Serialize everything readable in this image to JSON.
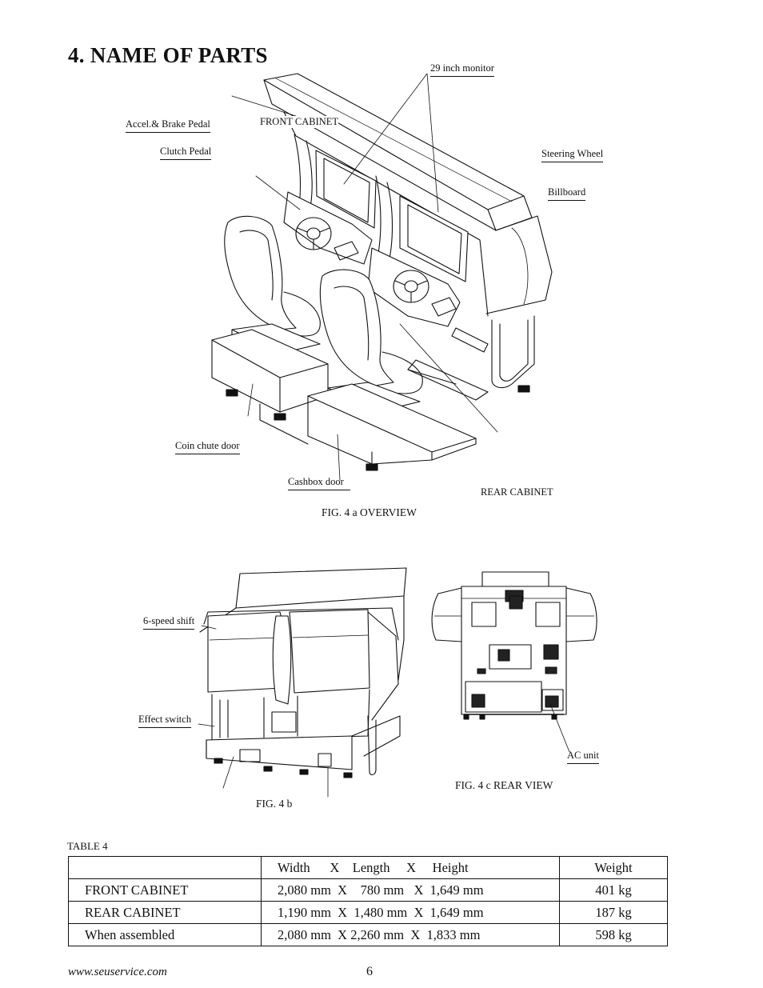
{
  "page": {
    "title": "4.  NAME OF PARTS",
    "footer_url": "www.seuservice.com",
    "page_number": "6"
  },
  "fig_a": {
    "labels": {
      "monitor": "29 inch monitor",
      "accel_brake": "Accel.& Brake Pedal",
      "front_cabinet": "FRONT CABINET",
      "clutch": "Clutch Pedal",
      "steering": "Steering Wheel",
      "billboard": "Billboard",
      "coin_chute": "Coin chute door",
      "cashbox": "Cashbox door",
      "rear_cabinet": "REAR CABINET"
    },
    "caption": "FIG. 4 a  OVERVIEW"
  },
  "fig_b": {
    "labels": {
      "shift": "6-speed shift",
      "effect": "Effect switch"
    },
    "caption": "FIG. 4 b"
  },
  "fig_c": {
    "labels": {
      "ac_unit": "AC unit"
    },
    "caption": "FIG. 4 c  REAR VIEW"
  },
  "table": {
    "caption": "TABLE 4",
    "header": [
      "",
      "Width      X    Length     X     Height",
      "Weight"
    ],
    "rows": [
      [
        "FRONT CABINET",
        "2,080 mm  X    780 mm   X  1,649 mm",
        "401 kg"
      ],
      [
        "REAR CABINET",
        "1,190 mm  X  1,480 mm  X  1,649 mm",
        "187 kg"
      ],
      [
        "When assembled",
        "2,080 mm  X 2,260 mm  X  1,833 mm",
        "598 kg"
      ]
    ]
  }
}
